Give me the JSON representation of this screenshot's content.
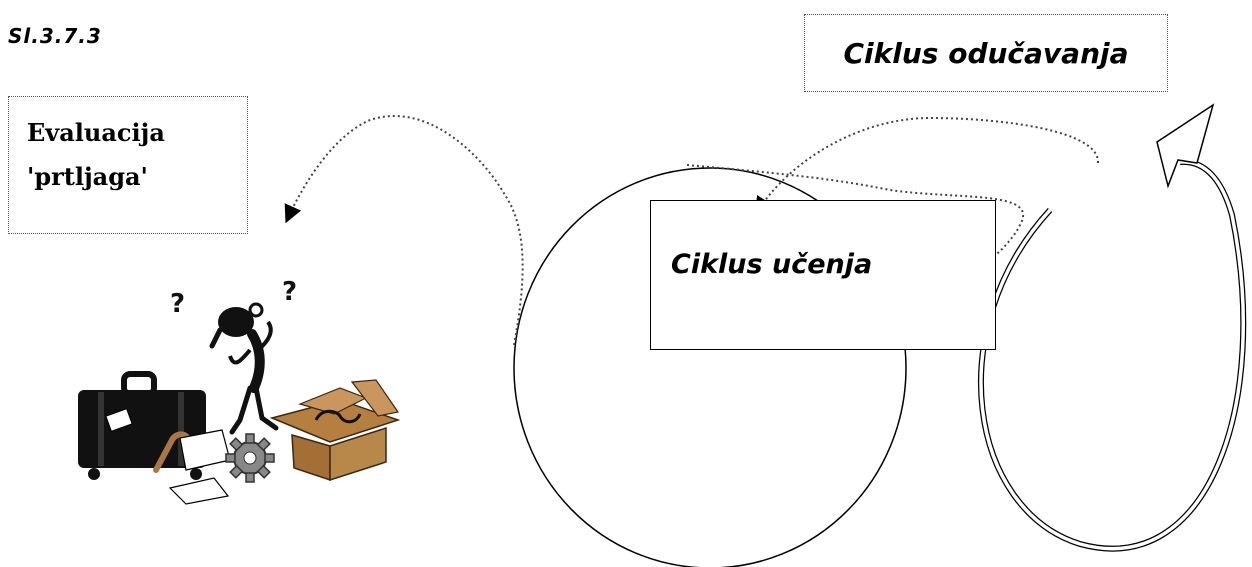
{
  "figure_label": "Sl.3.7.3",
  "evaluation": {
    "line1": "Evaluacija",
    "line2": "'prtljaga'"
  },
  "unlearning_cycle": "Ciklus odučavanja",
  "learning_cycle": "Ciklus učenja",
  "clipart": {
    "question_mark": "?",
    "icon": "confused-figure-with-luggage-icon"
  }
}
